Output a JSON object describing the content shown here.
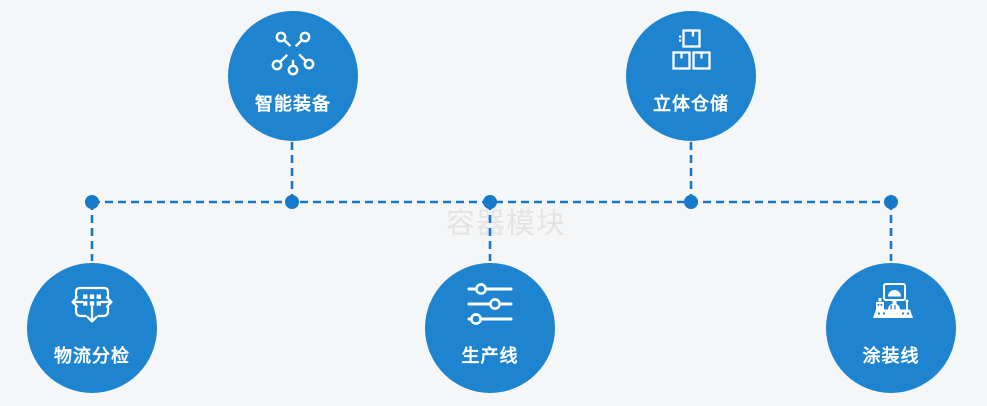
{
  "watermark": {
    "text": "容器模块"
  },
  "colors": {
    "background": "#f5f6f7",
    "node_fill": "#1e84d0",
    "connector": "#1779ca",
    "label_text": "#ffffff",
    "watermark_text": "#e4e4e4"
  },
  "nodes": [
    {
      "id": "smart-equipment",
      "label": "智能装备",
      "icon": "network-nodes-icon",
      "position": "top-left"
    },
    {
      "id": "3d-warehouse",
      "label": "立体仓储",
      "icon": "stacked-boxes-icon",
      "position": "top-right"
    },
    {
      "id": "logistics-sorting",
      "label": "物流分检",
      "icon": "distribution-arrows-icon",
      "position": "bottom-left"
    },
    {
      "id": "production-line",
      "label": "生产线",
      "icon": "sliders-icon",
      "position": "bottom-center"
    },
    {
      "id": "painting-line",
      "label": "涂装线",
      "icon": "control-console-icon",
      "position": "bottom-right"
    }
  ]
}
